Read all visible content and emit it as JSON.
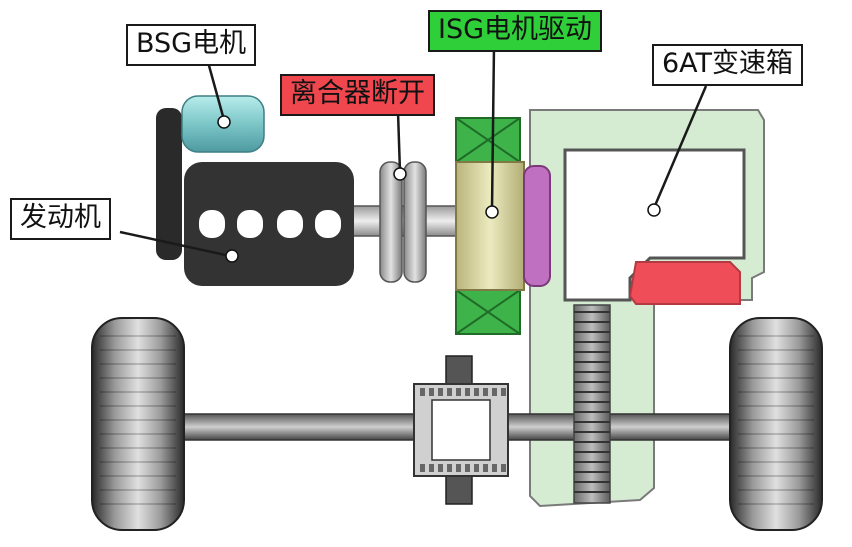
{
  "labels": {
    "bsg_motor": "BSG电机",
    "isg_drive": "ISG电机驱动",
    "clutch_open": "离合器断开",
    "gearbox": "6AT变速箱",
    "engine": "发动机"
  },
  "colors": {
    "isg_label_bg": "#2fcf3a",
    "clutch_label_bg": "#f0474f",
    "bsg_motor": "#8ed4d4",
    "engine": "#333333",
    "isg_rotor": "#d6d39a",
    "isg_stator": "#3db34a",
    "gearbox_housing": "#d5ecd2",
    "gearbox_block": "#ef4d58",
    "flange": "#c070c0"
  }
}
